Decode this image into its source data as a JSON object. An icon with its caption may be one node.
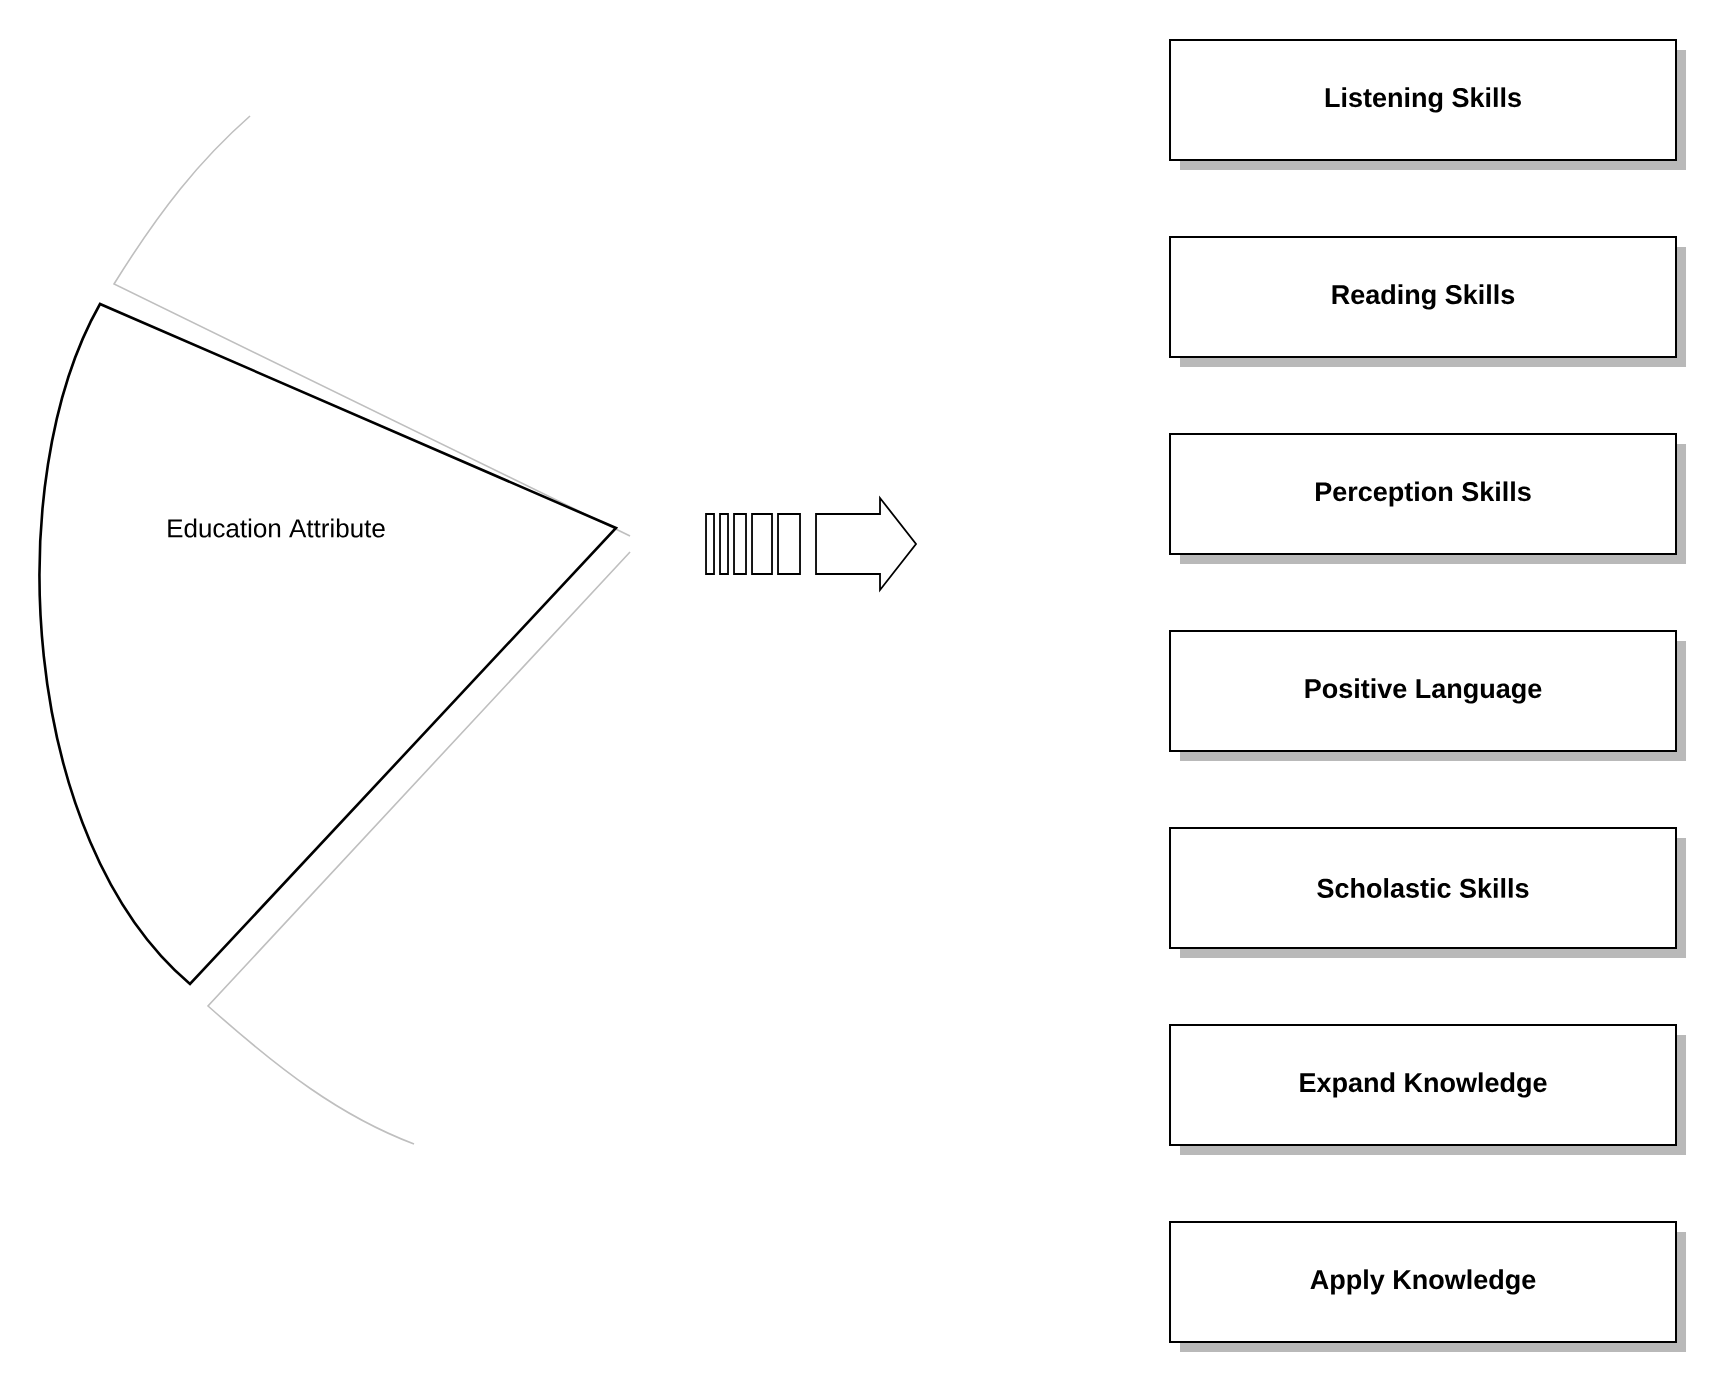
{
  "diagram": {
    "nodes": [
      {
        "text": [
          "Education Attribute"
        ]
      },
      {
        "text": [
          "Listening Skills"
        ]
      },
      {
        "text": [
          "Reading Skills"
        ]
      },
      {
        "text": [
          "Perception Skills"
        ]
      },
      {
        "text": [
          "Positive Language"
        ]
      },
      {
        "text": [
          "Scholastic Skills"
        ]
      },
      {
        "text": [
          "Expand Knowledge"
        ]
      },
      {
        "text": [
          "Apply Knowledge"
        ]
      }
    ]
  }
}
